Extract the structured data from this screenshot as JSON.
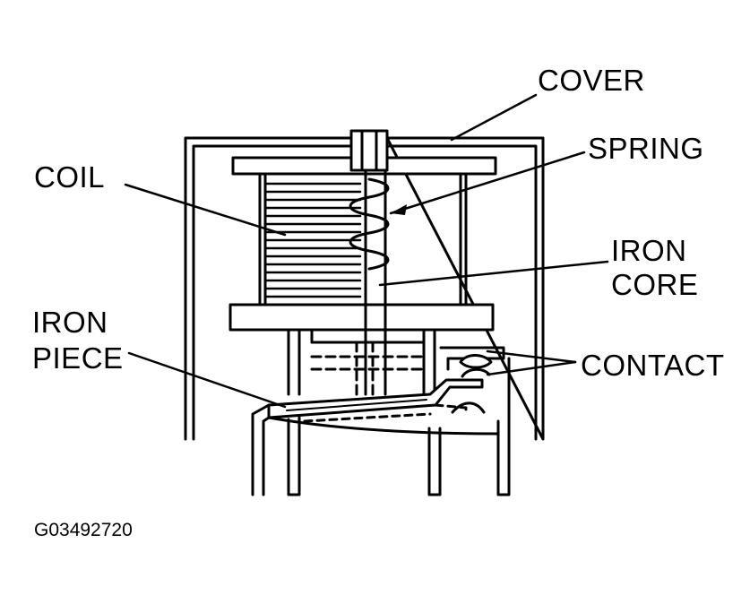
{
  "labels": {
    "cover": "COVER",
    "spring": "SPRING",
    "coil": "COIL",
    "iron_core_line1": "IRON",
    "iron_core_line2": "CORE",
    "iron_piece_line1": "IRON",
    "iron_piece_line2": "PIECE",
    "contact": "CONTACT"
  },
  "figure_code": "G03492720",
  "colors": {
    "ink": "#000000",
    "paper": "#ffffff"
  }
}
